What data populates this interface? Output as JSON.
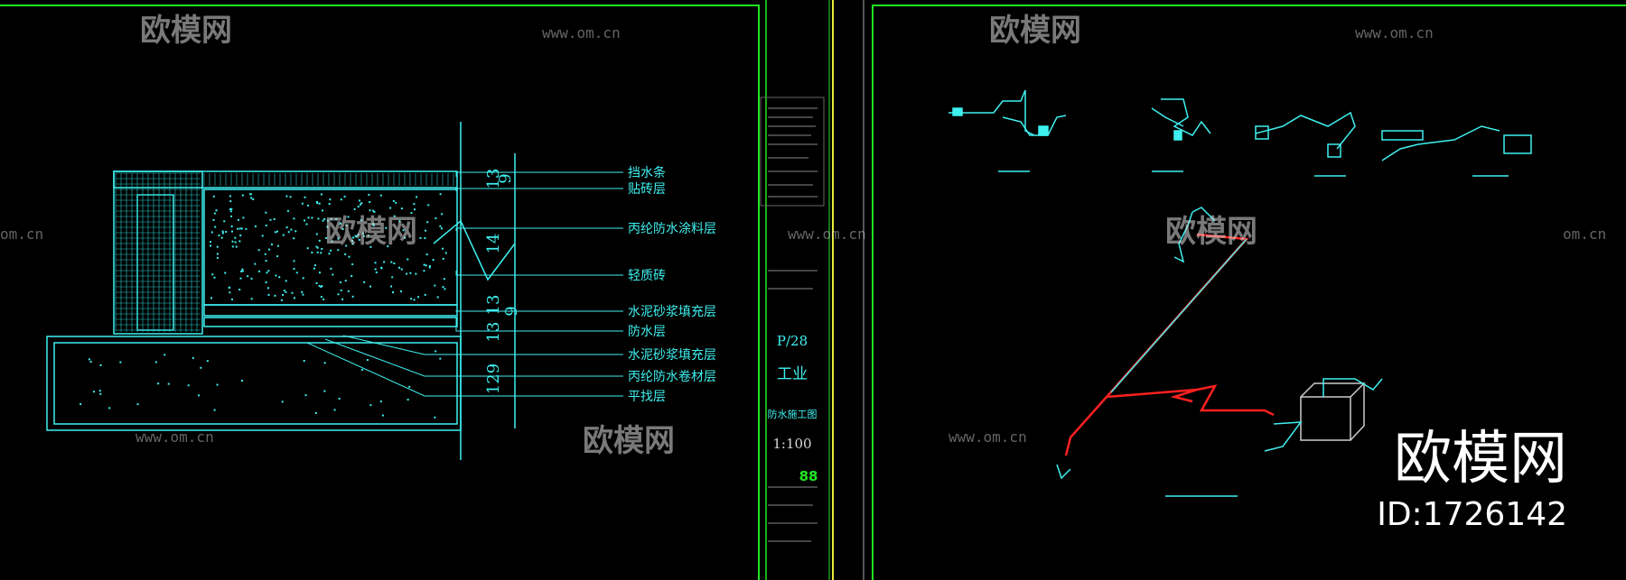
{
  "watermark": {
    "brand": "欧模网",
    "url": "www.om.cn",
    "url_short": "om.cn"
  },
  "detail": {
    "layers": [
      "挡水条",
      "贴砖层",
      "丙纶防水涂料层",
      "轻质砖",
      "水泥砂浆填充层",
      "防水层",
      "水泥砂浆填充层",
      "丙纶防水卷材层",
      "平找层"
    ],
    "dims": [
      "13",
      "9",
      "14",
      "13",
      "9",
      "13",
      "129"
    ]
  },
  "title_block": {
    "sheet_no": "P/28",
    "category": "工业",
    "drawing_name": "防水施工图",
    "scale": "1:100",
    "number": "88"
  },
  "overlay": {
    "brand": "欧模网",
    "id": "ID:1726142"
  },
  "colors": {
    "cyan": "#3ff0f0",
    "green_frame": "#22e622",
    "yellow_line": "#e8e83a",
    "red_pipe": "#ff2020"
  }
}
